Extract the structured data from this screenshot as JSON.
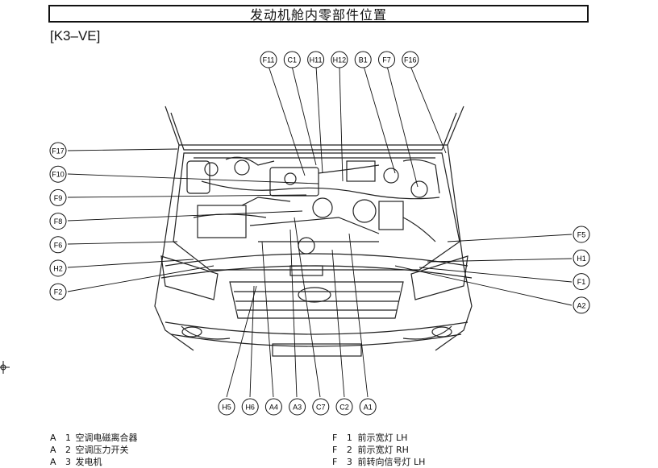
{
  "title": "发动机舱内零部件位置",
  "subtitle": "[K3–VE]",
  "callouts": {
    "top": [
      "F11",
      "C1",
      "H11",
      "H12",
      "B1",
      "F7",
      "F16"
    ],
    "left": [
      "F17",
      "F10",
      "F9",
      "F8",
      "F6",
      "H2",
      "F2"
    ],
    "right": [
      "F5",
      "H1",
      "F1",
      "A2"
    ],
    "bottom": [
      "H5",
      "H6",
      "A4",
      "A3",
      "C7",
      "C2",
      "A1"
    ]
  },
  "legend_left": [
    {
      "code": "A 1",
      "text": "空调电磁离合器"
    },
    {
      "code": "A 2",
      "text": "空调压力开关"
    },
    {
      "code": "A 3",
      "text": "发电机"
    }
  ],
  "legend_right": [
    {
      "code": "F 1",
      "text": "前示宽灯 LH"
    },
    {
      "code": "F 2",
      "text": "前示宽灯 RH"
    },
    {
      "code": "F 3",
      "text": "前转向信号灯 LH"
    }
  ]
}
